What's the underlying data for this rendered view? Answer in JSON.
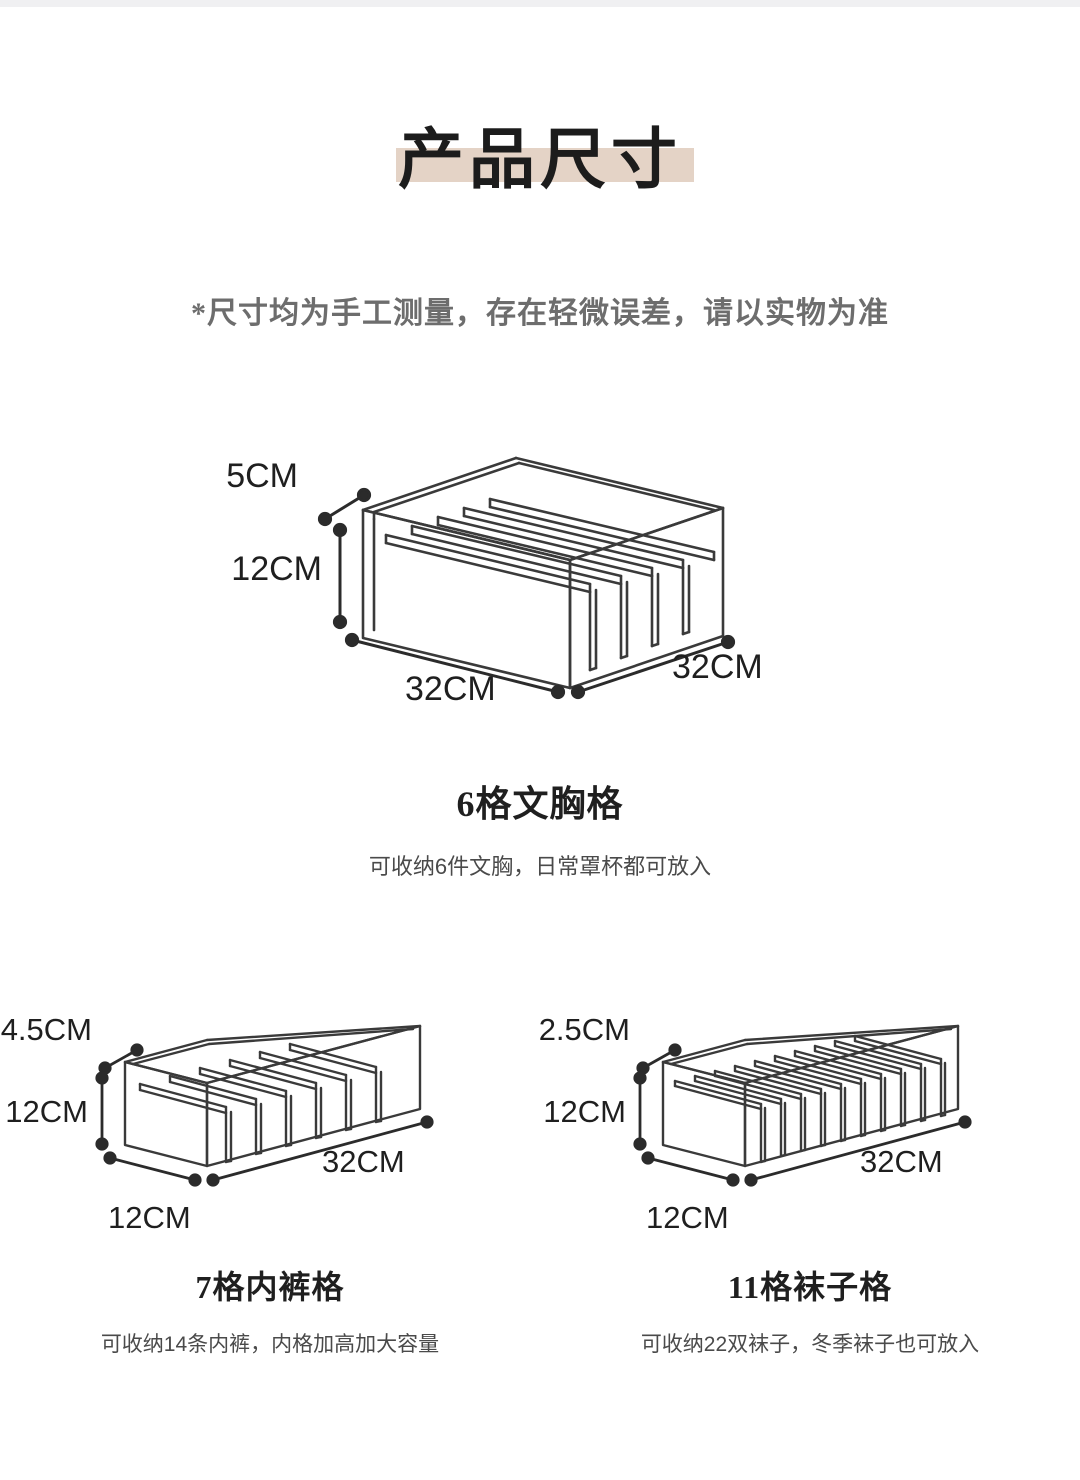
{
  "header": {
    "title": "产品尺寸",
    "subtitle": "*尺寸均为手工测量，存在轻微误差，请以实物为准",
    "highlight_color": "#e4d3c6"
  },
  "products": [
    {
      "id": "bra-organizer",
      "name": "6格文胸格",
      "description": "可收纳6件文胸，日常罩杯都可放入",
      "compartments": 6,
      "dimensions": {
        "lip": "5CM",
        "height": "12CM",
        "width": "32CM",
        "depth": "32CM"
      }
    },
    {
      "id": "underwear-organizer",
      "name": "7格内裤格",
      "description": "可收纳14条内裤，内格加高加大容量",
      "compartments": 7,
      "dimensions": {
        "lip": "4.5CM",
        "height": "12CM",
        "width": "12CM",
        "depth": "32CM"
      }
    },
    {
      "id": "socks-organizer",
      "name": "11格袜子格",
      "description": "可收纳22双袜子，冬季袜子也可放入",
      "compartments": 11,
      "dimensions": {
        "lip": "2.5CM",
        "height": "12CM",
        "width": "12CM",
        "depth": "32CM"
      }
    }
  ],
  "style": {
    "line_color": "#3a3a3a",
    "background": "#ffffff",
    "text_color": "#1f1f1f"
  }
}
